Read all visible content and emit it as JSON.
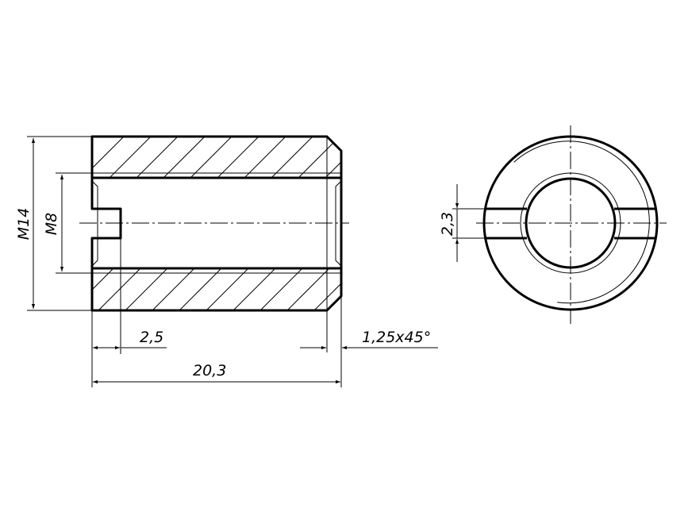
{
  "drawing": {
    "dimensions": {
      "outer_thread": "M14",
      "inner_thread": "M8",
      "slot_depth": "2,5",
      "chamfer": "1,25x45°",
      "total_length": "20,3",
      "slot_width": "2,3"
    }
  }
}
